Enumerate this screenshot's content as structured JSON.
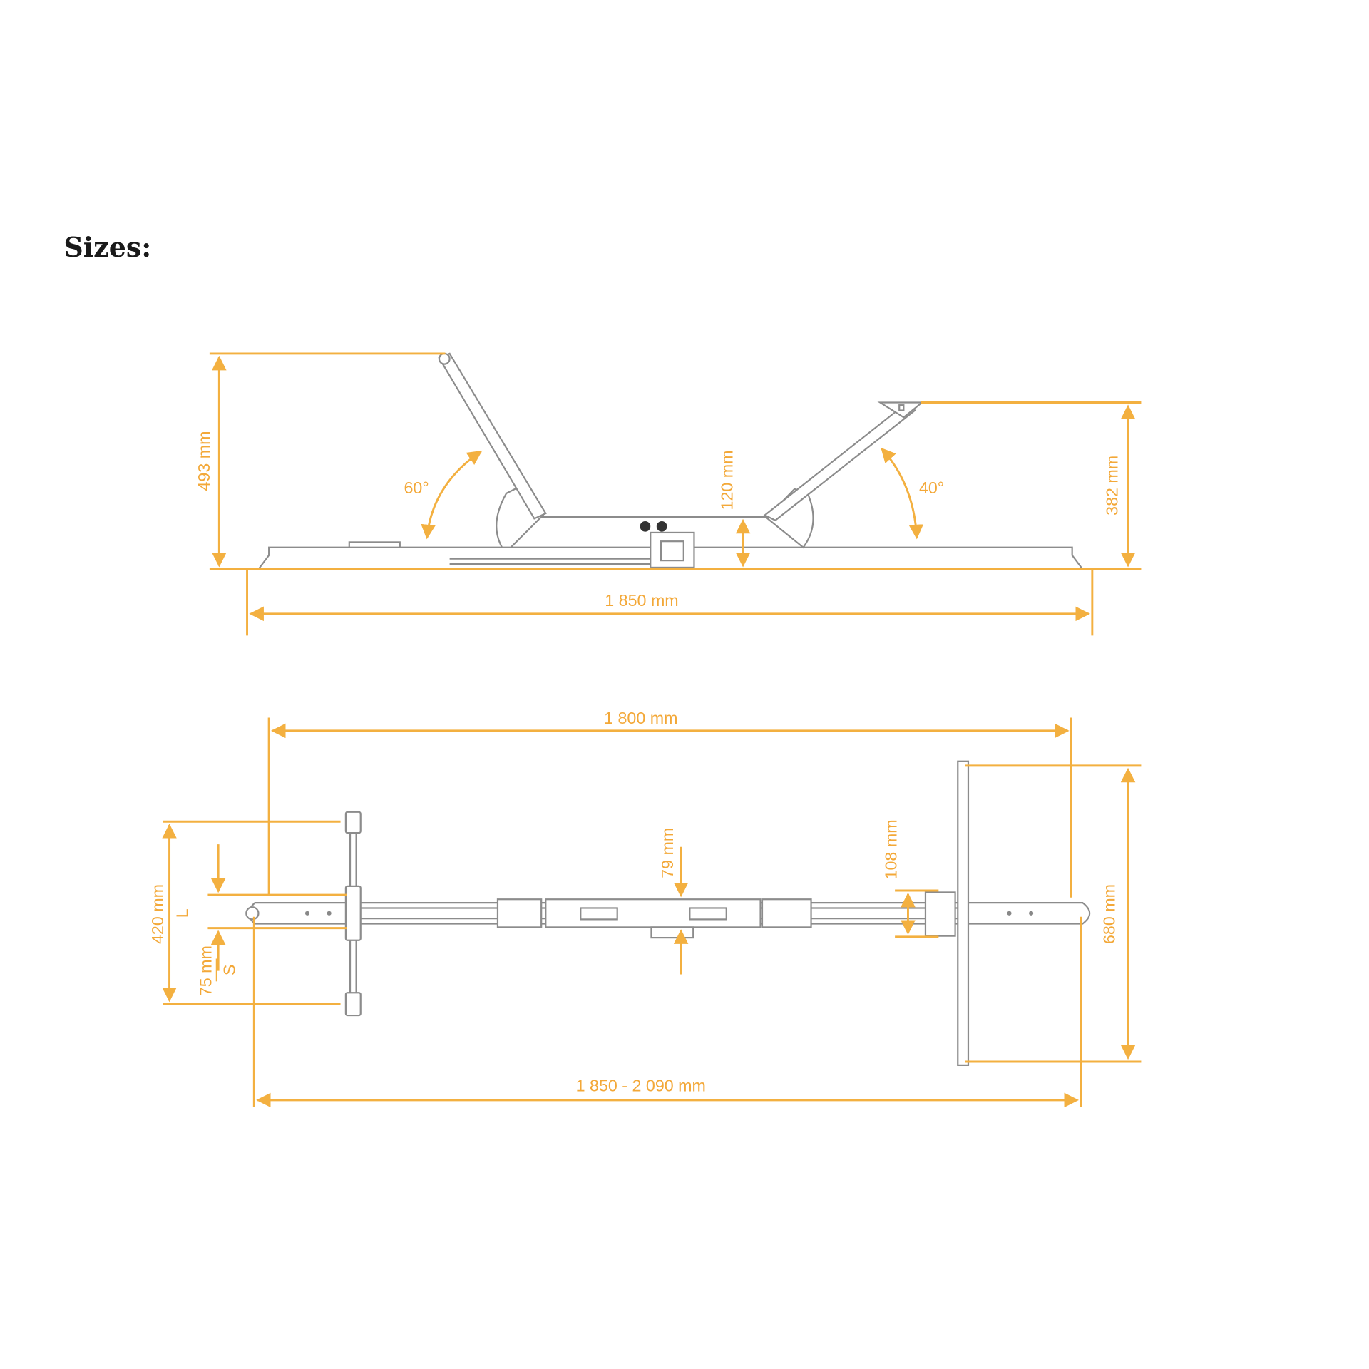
{
  "title": "Sizes:",
  "colors": {
    "dimension": "#f3a838",
    "outline": "#8c8c8c"
  },
  "side_view": {
    "height_left": "493 mm",
    "height_right": "382 mm",
    "frame_height": "120 mm",
    "angle_left": "60°",
    "angle_right": "40°",
    "length": "1 850 mm"
  },
  "top_view": {
    "length_inner": "1 800 mm",
    "width_rear": "680 mm",
    "length_range": "1 850 - 2 090 mm",
    "width_front": "420 mm",
    "label_L": "L",
    "label_S": "S",
    "offset": "75 mm",
    "center_width": "79 mm",
    "rear_width": "108 mm"
  }
}
